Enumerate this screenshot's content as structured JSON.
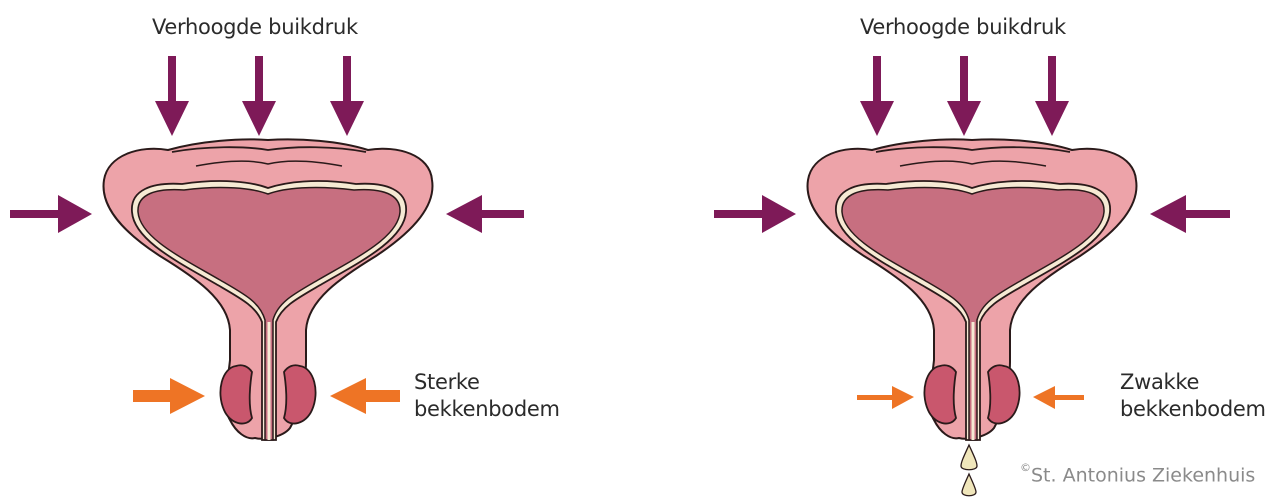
{
  "left_panel": {
    "top_label": "Verhoogde buikdruk",
    "pelvic_label_line1": "Sterke",
    "pelvic_label_line2": "bekkenbodem"
  },
  "right_panel": {
    "top_label": "Verhoogde buikdruk",
    "pelvic_label_line1": "Zwakke",
    "pelvic_label_line2": "bekkenbodem"
  },
  "copyright": {
    "symbol": "©",
    "text": "St. Antonius Ziekenhuis"
  },
  "colors": {
    "pressure_arrow": "#7e1a58",
    "pelvic_arrow": "#ee7425",
    "bladder_wall": "#eda3a9",
    "bladder_inner": "#c76f80",
    "muscle": "#c9576d",
    "lining": "#f6ead4",
    "urine_drop": "#f0e6bb",
    "outline": "#2a1a1a"
  }
}
